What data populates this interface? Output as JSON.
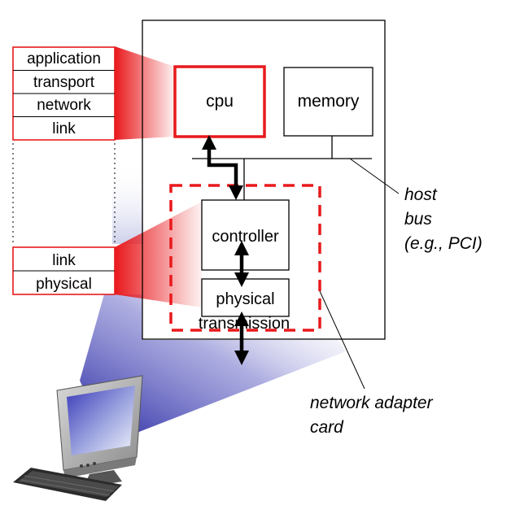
{
  "stack_top": {
    "layers": [
      "application",
      "transport",
      "network",
      "link"
    ]
  },
  "stack_bottom": {
    "layers": [
      "link",
      "physical"
    ]
  },
  "host": {
    "cpu_label": "cpu",
    "memory_label": "memory",
    "controller_label": "controller",
    "physical_label": "physical",
    "transmission_label": "transmission"
  },
  "annotations": {
    "bus_line1": "host",
    "bus_line2": "bus",
    "bus_line3": "(e.g., PCI)",
    "nic_line1": "network adapter",
    "nic_line2": "card"
  },
  "colors": {
    "accent_red": "#e8191c",
    "funnel_blue": "#2a2aa8",
    "outline": "#000000"
  },
  "icons": {
    "computer": "desktop-computer-icon"
  }
}
